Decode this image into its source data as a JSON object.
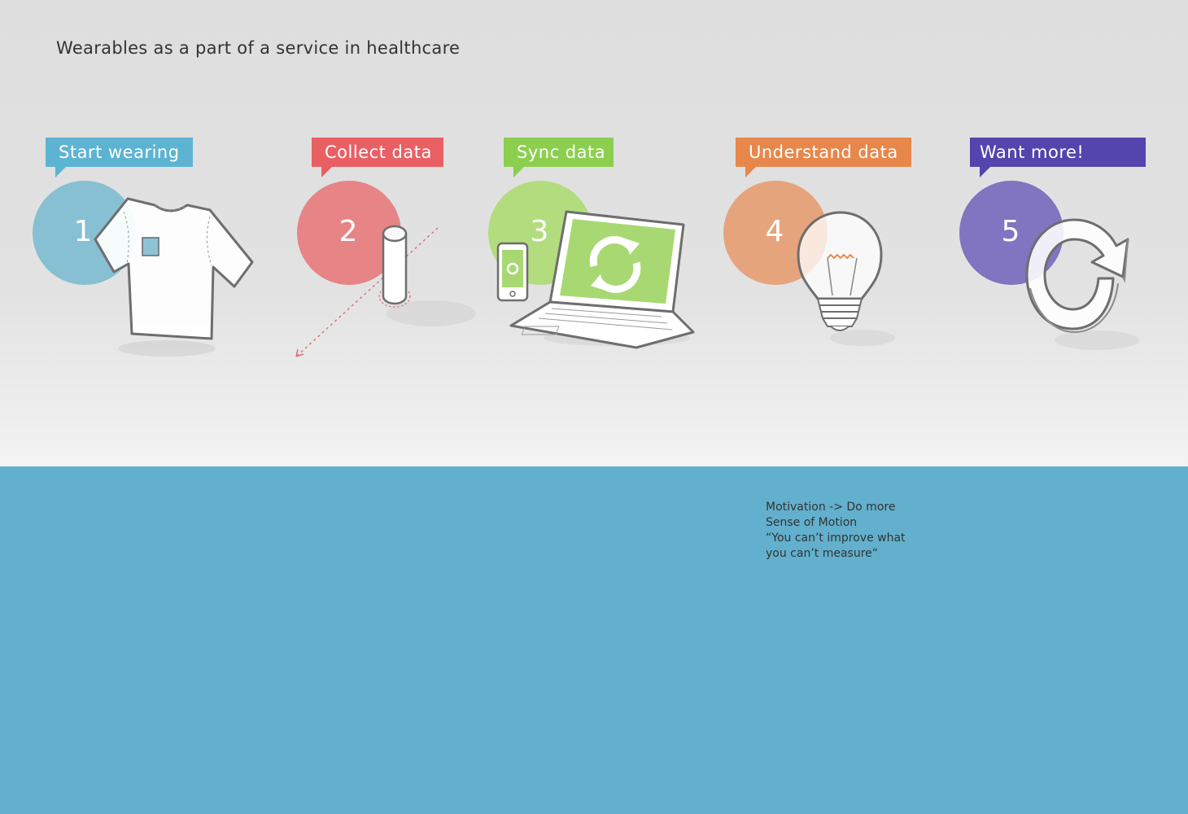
{
  "title": "Wearables as a part of a service in healthcare",
  "steps": [
    {
      "number": "1",
      "label": "Start wearing",
      "color": "#5db4d2",
      "circle_color": "#86c0d2",
      "icon": "t-shirt-sensor-icon"
    },
    {
      "number": "2",
      "label": "Collect data",
      "color": "#e96064",
      "circle_color": "#e78486",
      "icon": "sensor-cylinder-icon"
    },
    {
      "number": "3",
      "label": "Sync data",
      "color": "#8ccf4f",
      "circle_color": "#b3dc7f",
      "icon": "laptop-phone-sync-icon"
    },
    {
      "number": "4",
      "label": "Understand data",
      "color": "#e7874b",
      "circle_color": "#e6a47c",
      "icon": "lightbulb-icon"
    },
    {
      "number": "5",
      "label": "Want more!",
      "color": "#5444ad",
      "circle_color": "#8174c0",
      "icon": "repeat-arrow-icon"
    }
  ],
  "note": {
    "line1": "Motivation -> Do more",
    "line2": "Sense of Motion",
    "line3": "“You can’t improve what",
    "line4": "you can’t measure“"
  }
}
